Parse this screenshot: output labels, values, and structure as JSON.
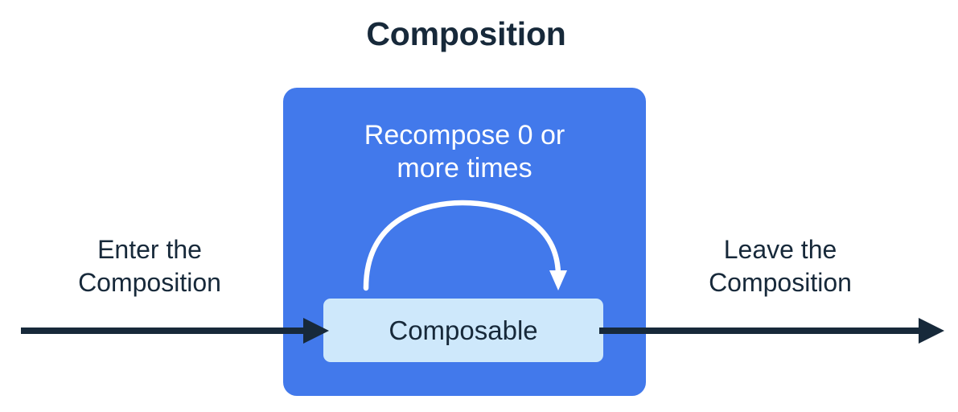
{
  "diagram": {
    "title": "Composition",
    "outer_box": {
      "name": "composition-container",
      "fill": "#4279eb",
      "caption_lines": [
        "Recompose 0 or",
        "more times"
      ],
      "caption_color": "#ffffff"
    },
    "inner_box": {
      "name": "composable-node",
      "label": "Composable",
      "fill": "#cee8fb",
      "text_color": "#17293a"
    },
    "loop_arrow": {
      "name": "recompose-loop-arrow",
      "color": "#ffffff",
      "direction": "left-to-right-over-top"
    },
    "entry": {
      "label_lines": [
        "Enter the",
        "Composition"
      ],
      "arrow_name": "enter-flow-arrow",
      "arrow_color": "#17293a"
    },
    "exit": {
      "label_lines": [
        "Leave the",
        "Composition"
      ],
      "arrow_name": "leave-flow-arrow",
      "arrow_color": "#17293a"
    },
    "colors": {
      "background": "#ffffff",
      "accent_blue": "#4279eb",
      "light_blue": "#cee8fb",
      "ink": "#17293a"
    }
  }
}
